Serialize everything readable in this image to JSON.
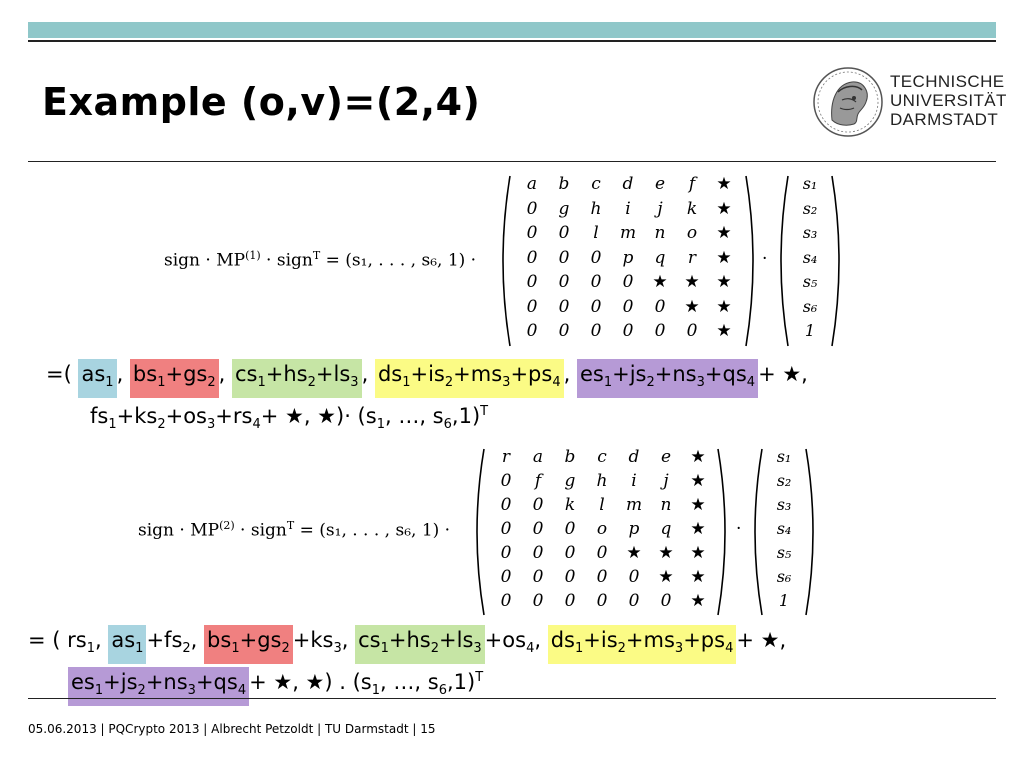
{
  "header": {
    "title": "Example (o,v)=(2,4)",
    "logo_lines": [
      "TECHNISCHE",
      "UNIVERSITÄT",
      "DARMSTADT"
    ],
    "accent_color": "#8fc7c9"
  },
  "equation1": {
    "lhs": "sign · MP",
    "lhs_sup": "(1)",
    "lhs_mid": " · sign",
    "lhs_sup2": "T",
    "lhs_rhs": " = (s₁, . . . , s₆, 1) ·",
    "matrix": [
      [
        "a",
        "b",
        "c",
        "d",
        "e",
        "f",
        "★"
      ],
      [
        "0",
        "g",
        "h",
        "i",
        "j",
        "k",
        "★"
      ],
      [
        "0",
        "0",
        "l",
        "m",
        "n",
        "o",
        "★"
      ],
      [
        "0",
        "0",
        "0",
        "p",
        "q",
        "r",
        "★"
      ],
      [
        "0",
        "0",
        "0",
        "0",
        "★",
        "★",
        "★"
      ],
      [
        "0",
        "0",
        "0",
        "0",
        "0",
        "★",
        "★"
      ],
      [
        "0",
        "0",
        "0",
        "0",
        "0",
        "0",
        "★"
      ]
    ],
    "vector": [
      "s₁",
      "s₂",
      "s₃",
      "s₄",
      "s₅",
      "s₆",
      "1"
    ]
  },
  "result1": {
    "line1": {
      "prefix": "=( ",
      "t1": "as",
      "t1s": "1",
      "t2a": "bs",
      "t2as": "1",
      "t2b": "+gs",
      "t2bs": "2",
      "t3a": "cs",
      "t3as": "1",
      "t3b": "+hs",
      "t3bs": "2",
      "t3c": "+ls",
      "t3cs": "3",
      "t4a": "ds",
      "t4as": "1",
      "t4b": "+is",
      "t4bs": "2",
      "t4c": "+ms",
      "t4cs": "3",
      "t4d": "+ps",
      "t4ds": "4",
      "t5a": "es",
      "t5as": "1",
      "t5b": "+js",
      "t5bs": "2",
      "t5c": "+ns",
      "t5cs": "3",
      "t5d": "+qs",
      "t5ds": "4",
      "tail": "+ ★,"
    },
    "line2": {
      "a": "fs",
      "as": "1",
      "b": "+ks",
      "bs": "2",
      "c": "+os",
      "cs": "3",
      "d": "+rs",
      "ds": "4",
      "tail1": "+ ★, ★)· (s",
      "s1": "1",
      "tail2": ", …, s",
      "s6": "6",
      "tail3": ",1)",
      "sup": "T"
    }
  },
  "equation2": {
    "lhs": "sign · MP",
    "lhs_sup": "(2)",
    "lhs_mid": " · sign",
    "lhs_sup2": "T",
    "lhs_rhs": " = (s₁, . . . , s₆, 1) ·",
    "matrix": [
      [
        "r",
        "a",
        "b",
        "c",
        "d",
        "e",
        "★"
      ],
      [
        "0",
        "f",
        "g",
        "h",
        "i",
        "j",
        "★"
      ],
      [
        "0",
        "0",
        "k",
        "l",
        "m",
        "n",
        "★"
      ],
      [
        "0",
        "0",
        "0",
        "o",
        "p",
        "q",
        "★"
      ],
      [
        "0",
        "0",
        "0",
        "0",
        "★",
        "★",
        "★"
      ],
      [
        "0",
        "0",
        "0",
        "0",
        "0",
        "★",
        "★"
      ],
      [
        "0",
        "0",
        "0",
        "0",
        "0",
        "0",
        "★"
      ]
    ],
    "vector": [
      "s₁",
      "s₂",
      "s₃",
      "s₄",
      "s₅",
      "s₆",
      "1"
    ]
  },
  "result2": {
    "line1": {
      "prefix": "= ( rs",
      "p1": "1",
      "comma": ", ",
      "t1": "as",
      "t1s": "1",
      "m1": "+fs",
      "m1s": "2",
      "m1c": ", ",
      "t2a": "bs",
      "t2as": "1",
      "t2b": "+gs",
      "t2bs": "2",
      "m2": "+ks",
      "m2s": "3",
      "m2c": ", ",
      "t3a": "cs",
      "t3as": "1",
      "t3b": "+hs",
      "t3bs": "2",
      "t3c": "+ls",
      "t3cs": "3",
      "m3": "+os",
      "m3s": "4",
      "m3c": ", ",
      "t4a": "ds",
      "t4as": "1",
      "t4b": "+is",
      "t4bs": "2",
      "t4c": "+ms",
      "t4cs": "3",
      "t4d": "+ps",
      "t4ds": "4",
      "tail": "+ ★,"
    },
    "line2": {
      "t5a": "es",
      "t5as": "1",
      "t5b": "+js",
      "t5bs": "2",
      "t5c": "+ns",
      "t5cs": "3",
      "t5d": "+qs",
      "t5ds": "4",
      "tail1": "+ ★, ★) . (s",
      "s1": "1",
      "tail2": ", …, s",
      "s6": "6",
      "tail3": ",1)",
      "sup": "T"
    }
  },
  "footer": {
    "text": "05.06.2013 |  PQCrypto 2013  |  Albrecht Petzoldt  | TU Darmstadt | 15"
  },
  "highlight_colors": {
    "blue": "#a8d4e0",
    "red": "#f08080",
    "green": "#c6e5a5",
    "yellow": "#fbfb85",
    "purple": "#b69ad6"
  }
}
